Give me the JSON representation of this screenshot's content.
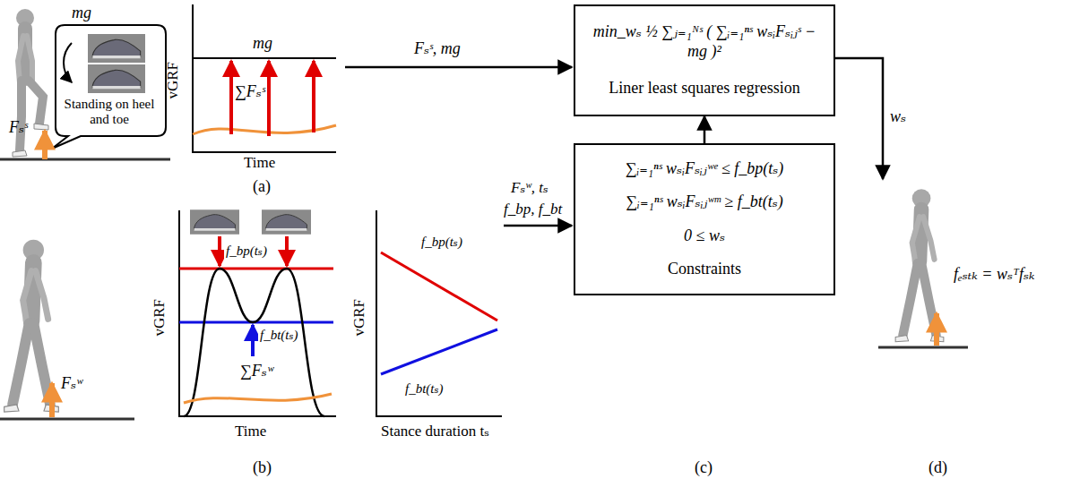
{
  "diagram": {
    "nodes": [
      {
        "text": [
          "min_wₛ ½ ∑ⱼ₌₁ᴺˢ ( ∑ᵢ₌₁ⁿˢ wₛᵢFₛᵢⱼˢ − mg )²",
          "Liner least squares regression"
        ]
      },
      {
        "text": [
          "∑ᵢ₌₁ⁿˢ wₛᵢFₛᵢⱼʷᵉ ≤ f_bp(tₛ)",
          "∑ᵢ₌₁ⁿˢ wₛᵢFₛᵢⱼʷᵐ ≥ f_bt(tₛ)",
          "0 ≤ wₛ",
          "Constraints"
        ]
      }
    ],
    "edges": [
      {
        "from": 1,
        "to": 0,
        "arrow": "to"
      }
    ],
    "labels": [
      "mg",
      "Standing on heel and toe",
      "Fₛˢ",
      "vGRF",
      "mg",
      "∑Fₛˢ",
      "Time",
      "(a)",
      "Fₛˢ, mg",
      "Fₛʷ",
      "vGRF",
      "f_bp(tₛ)",
      "f_bt(tₛ)",
      "∑Fₛʷ",
      "Time",
      "vGRF",
      "f_bp(tₛ)",
      "f_bt(tₛ)",
      "Stance duration tₛ",
      "(b)",
      "Fₛʷ, tₛ",
      "f_bp, f_bt",
      "wₛ",
      "fₑₛₜₖ = wₛᵀfₛₖ",
      "(c)",
      "(d)"
    ]
  }
}
